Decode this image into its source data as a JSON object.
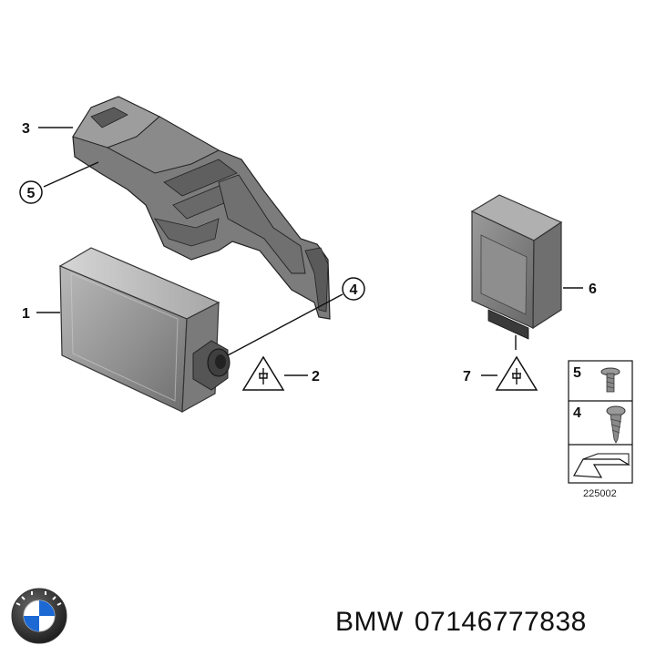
{
  "diagram": {
    "callouts": {
      "c1": "1",
      "c2": "2",
      "c3": "3",
      "c4": "4",
      "c5": "5",
      "c6": "6",
      "c7": "7"
    },
    "legend": {
      "item5": "5",
      "item4": "4",
      "ref_number": "225002"
    }
  },
  "footer": {
    "brand": "BMW",
    "part_number": "07146777838"
  },
  "colors": {
    "part_gray": "#8c8c8c",
    "part_dark": "#5f5f5f",
    "part_light": "#b4b4b4",
    "line": "#111111"
  }
}
